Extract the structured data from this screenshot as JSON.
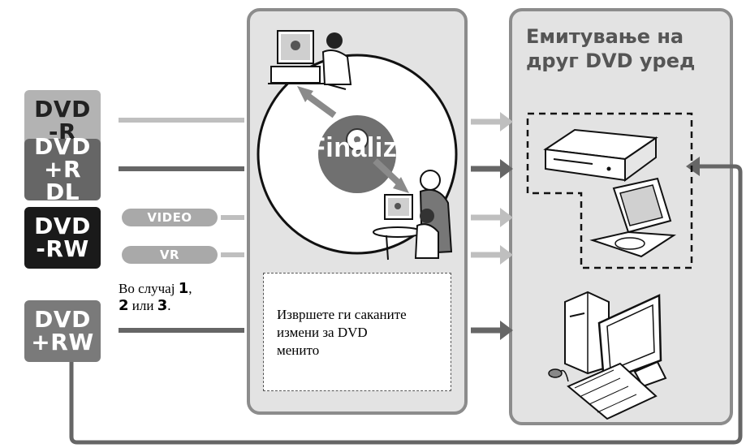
{
  "left_column": {
    "badges": [
      {
        "line1": "DVD",
        "line2": "-R",
        "color": "#b3b3b3"
      },
      {
        "line1": "DVD",
        "line2": "+R DL",
        "color": "#666666"
      },
      {
        "line1": "DVD",
        "line2": "-RW",
        "color": "#1a1a1a"
      },
      {
        "line1": "DVD",
        "line2": "+RW",
        "color": "#7a7a7a"
      }
    ],
    "rw_modes": {
      "video": "VIDEO",
      "vr": "VR"
    },
    "case_note": {
      "prefix": "Во случај ",
      "n1": "1",
      "sep1": ",",
      "n2": "2",
      "mid": " или ",
      "n3": "3",
      "end": "."
    }
  },
  "center_panel": {
    "finalize_label": "Finaliz",
    "menu_text": {
      "line1": "Извршете ги саканите",
      "line2": "измени за DVD",
      "line3": "менито"
    }
  },
  "right_panel": {
    "title_line1": "Емитување на",
    "title_line2": "друг DVD уред"
  },
  "colors": {
    "panel_fill": "#e3e3e3",
    "panel_border": "#8c8c8c",
    "arrow_light": "#bfbfbf",
    "arrow_dark": "#666666"
  }
}
